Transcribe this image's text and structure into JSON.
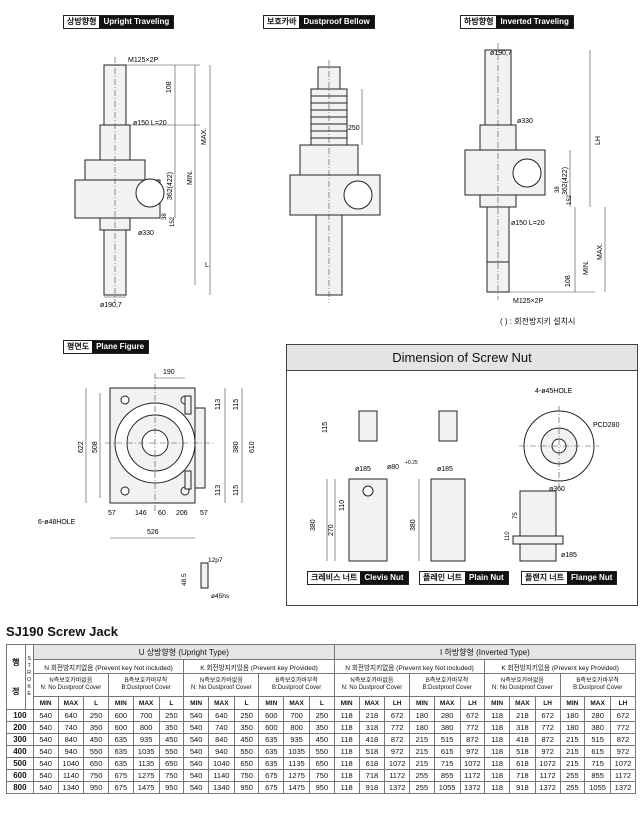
{
  "tags": {
    "upright": {
      "ko": "상방향형",
      "en": "Upright Traveling"
    },
    "bellow": {
      "ko": "보호카바",
      "en": "Dustproof Bellow"
    },
    "inverted": {
      "ko": "하방향형",
      "en": "Inverted Traveling"
    },
    "plane": {
      "ko": "평면도",
      "en": "Plane Figure"
    },
    "clevis": {
      "ko": "크레비스 너트",
      "en": "Clevis Nut"
    },
    "plain": {
      "ko": "플레인 너트",
      "en": "Plain Nut"
    },
    "flange": {
      "ko": "플랜지 너트",
      "en": "Flange Nut"
    }
  },
  "dims": {
    "m125": "M125×2P",
    "d108": "108",
    "d150": "ø150 L=20",
    "min": "MIN.",
    "max": "MAX.",
    "d362": "362(422)",
    "d38": "38",
    "d152": "152",
    "d330": "ø330",
    "L": "L",
    "d1907": "ø190,7",
    "d250": "250",
    "LH": "LH",
    "d190": "190",
    "d622": "622",
    "d508": "508",
    "d113": "113",
    "d115": "115",
    "d380": "380",
    "d610": "610",
    "d57": "57",
    "d146": "146",
    "d60": "60",
    "d206": "206",
    "d526": "526",
    "hole48": "6-ø48HOLE",
    "d12p7": "12p7",
    "d485": "48.5",
    "d45hs": "ø45hs",
    "d185": "ø185",
    "d80": "ø80",
    "d80tol": "+0.25",
    "d110": "110",
    "d270": "270",
    "hole45": "4-ø45HOLE",
    "pcd280": "PCD280",
    "d360": "ø360",
    "d75": "75"
  },
  "note": "(     ) : 회전방지키 설치시",
  "nut_title": "Dimension of Screw Nut",
  "section_title": "SJ190 Screw Jack",
  "table": {
    "stroke_label": [
      "행",
      "정"
    ],
    "stroke_side": "S T R O K E",
    "upright": "U  상방향형  (Upright Type)",
    "inverted": "I  하방향형  (Inverted Type)",
    "n_label": "N 회전방지키없음 (Prevent key Not included)",
    "k_label": "K 회전방지키있음 (Prevent key Provided)",
    "n_sub": "N측보호카바없음\nN: No Dustproof Cover",
    "b_sub": "B측보호카바부착\nB:Dustproof Cover",
    "cols_u": [
      "MIN",
      "MAX",
      "L"
    ],
    "cols_i": [
      "MIN",
      "MAX",
      "LH"
    ],
    "rows": [
      [
        "100",
        "540",
        "640",
        "250",
        "600",
        "700",
        "250",
        "540",
        "640",
        "250",
        "600",
        "700",
        "250",
        "118",
        "218",
        "672",
        "180",
        "280",
        "672",
        "118",
        "218",
        "672",
        "180",
        "280",
        "672"
      ],
      [
        "200",
        "540",
        "740",
        "350",
        "600",
        "800",
        "350",
        "540",
        "740",
        "350",
        "600",
        "800",
        "350",
        "118",
        "318",
        "772",
        "180",
        "380",
        "772",
        "118",
        "318",
        "772",
        "180",
        "380",
        "772"
      ],
      [
        "300",
        "540",
        "840",
        "450",
        "635",
        "935",
        "450",
        "540",
        "840",
        "450",
        "635",
        "935",
        "450",
        "118",
        "418",
        "872",
        "215",
        "515",
        "872",
        "118",
        "418",
        "872",
        "215",
        "515",
        "872"
      ],
      [
        "400",
        "540",
        "940",
        "550",
        "635",
        "1035",
        "550",
        "540",
        "940",
        "550",
        "635",
        "1035",
        "550",
        "118",
        "518",
        "972",
        "215",
        "615",
        "972",
        "118",
        "518",
        "972",
        "215",
        "615",
        "972"
      ],
      [
        "500",
        "540",
        "1040",
        "650",
        "635",
        "1135",
        "650",
        "540",
        "1040",
        "650",
        "635",
        "1135",
        "650",
        "118",
        "618",
        "1072",
        "215",
        "715",
        "1072",
        "118",
        "618",
        "1072",
        "215",
        "715",
        "1072"
      ],
      [
        "600",
        "540",
        "1140",
        "750",
        "675",
        "1275",
        "750",
        "540",
        "1140",
        "750",
        "675",
        "1275",
        "750",
        "118",
        "718",
        "1172",
        "255",
        "855",
        "1172",
        "118",
        "718",
        "1172",
        "255",
        "855",
        "1172"
      ],
      [
        "800",
        "540",
        "1340",
        "950",
        "675",
        "1475",
        "950",
        "540",
        "1340",
        "950",
        "675",
        "1475",
        "950",
        "118",
        "918",
        "1372",
        "255",
        "1055",
        "1372",
        "118",
        "918",
        "1372",
        "255",
        "1055",
        "1372"
      ]
    ]
  },
  "colors": {
    "accent": "#111111",
    "body_fill": "#f2f2f2",
    "header_fill": "#e6e6e6"
  }
}
